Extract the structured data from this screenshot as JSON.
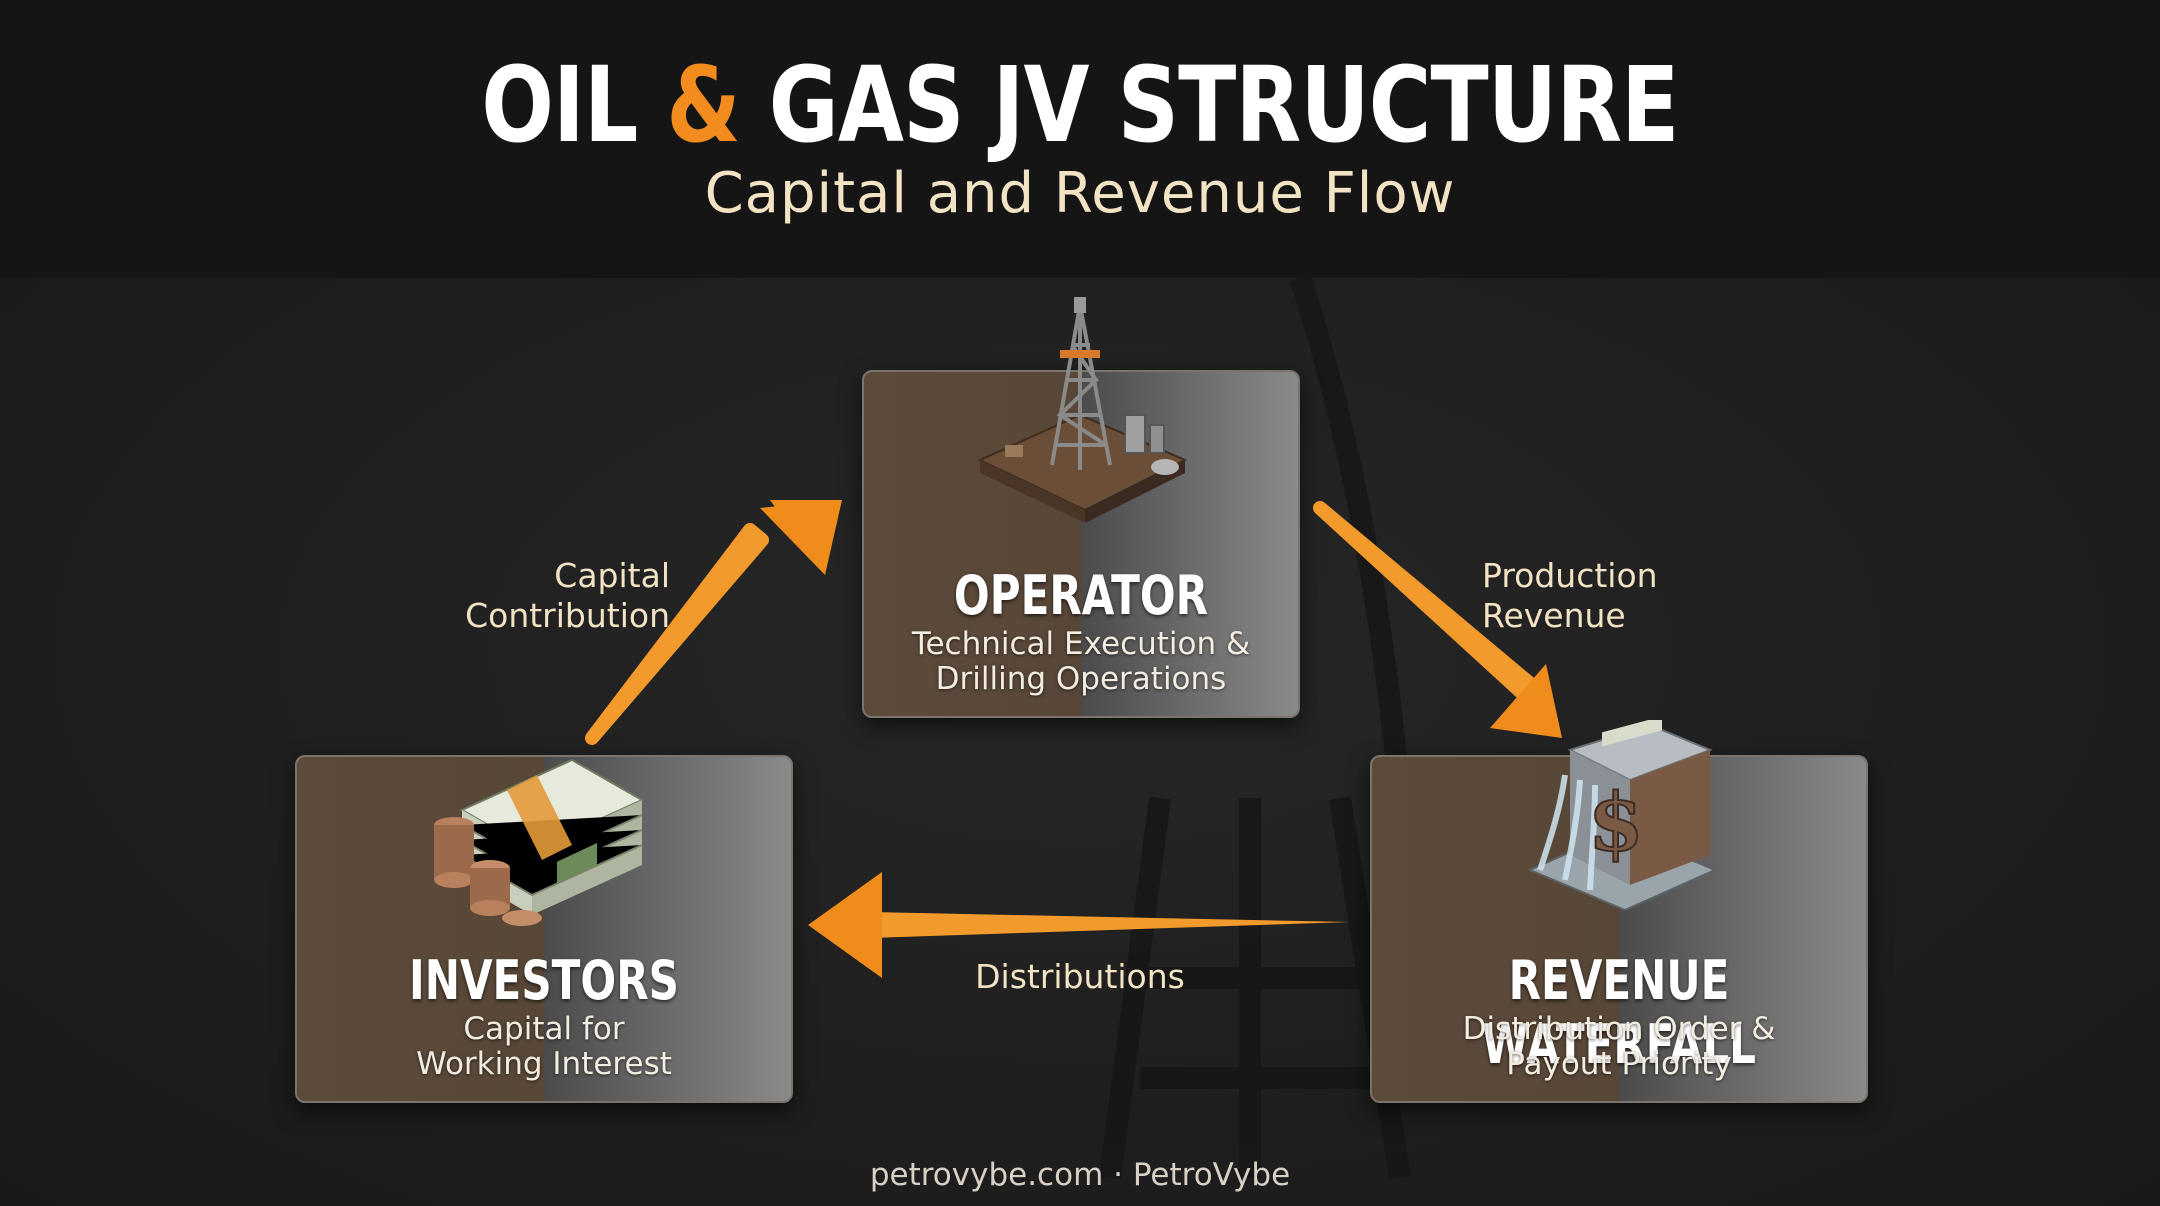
{
  "header": {
    "title_part1": "OIL ",
    "title_amp": "&",
    "title_part2": " GAS JV STRUCTURE",
    "subtitle": "Capital and Revenue Flow"
  },
  "nodes": {
    "operator": {
      "title": "OPERATOR",
      "desc_line1": "Technical Execution &",
      "desc_line2": "Drilling Operations",
      "icon": "oil-rig-icon"
    },
    "investors": {
      "title": "INVESTORS",
      "desc_line1": "Capital for",
      "desc_line2": "Working Interest",
      "icon": "money-stack-icon"
    },
    "waterfall": {
      "title": "REVENUE WATERFALL",
      "desc_line1": "Distribution Order &",
      "desc_line2": "Payout Priority",
      "icon": "dollar-fountain-icon"
    }
  },
  "flows": {
    "capital": {
      "line1": "Capital",
      "line2": "Contribution"
    },
    "production": {
      "line1": "Production",
      "line2": "Revenue"
    },
    "distributions": {
      "label": "Distributions"
    }
  },
  "footer": {
    "text": "petrovybe.com · PetroVybe"
  },
  "colors": {
    "accent": "#f28c1e",
    "subtitle": "#f2e3c4",
    "background": "#1e1e1e"
  }
}
